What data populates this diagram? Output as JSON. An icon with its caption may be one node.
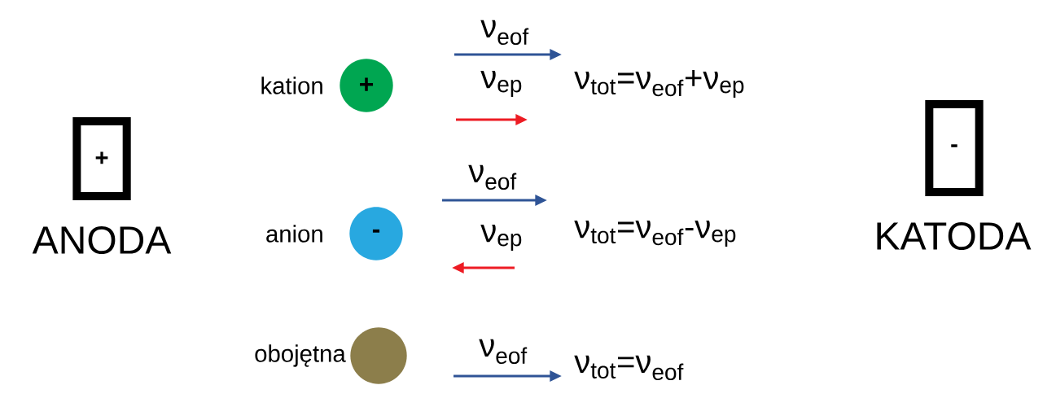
{
  "diagram": {
    "nodes": [
      {
        "text": [
          "+"
        ],
        "beside": [
          "ANODA"
        ]
      },
      {
        "text": [
          "+"
        ],
        "beside": [
          "kation"
        ]
      },
      {
        "text": [
          "-"
        ],
        "beside": [
          "anion"
        ]
      },
      {
        "text": [],
        "shape": "circle",
        "beside": [
          "obojętna"
        ]
      },
      {
        "text": [
          "-"
        ],
        "beside": [
          "KATODA"
        ]
      }
    ],
    "labels": [
      "ν$_{eof}$",
      "ν$_{ep}$",
      "ν$_{tot}$=ν$_{eof}$+ν$_{ep}$",
      "ν$_{eof}$",
      "ν$_{ep}$",
      "ν$_{tot}$=ν$_{eof}$-ν$_{ep}$",
      "ν$_{eof}$",
      "ν$_{tot}$=ν$_{eof}$"
    ]
  }
}
